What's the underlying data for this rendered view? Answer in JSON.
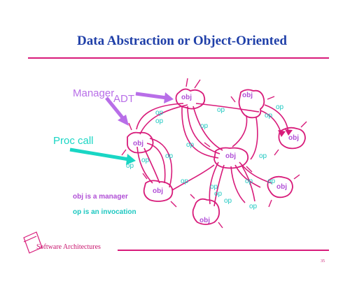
{
  "slide": {
    "title": "Data Abstraction or Object-Oriented",
    "footer": "Software Architectures",
    "page_number": "35"
  },
  "colors": {
    "title": "#1f3fa8",
    "rule": "#d81b7a",
    "connector": "#d81b7a",
    "obj_label": "#b04fd6",
    "op_label": "#1cc7c0",
    "manager_arrow": "#b86ee8",
    "proc_arrow": "#19d6c4"
  },
  "diagram": {
    "callouts": {
      "manager": "Manager",
      "adt": "ADT",
      "proc_call": "Proc call"
    },
    "objects": [
      "obj",
      "obj",
      "obj",
      "obj",
      "obj",
      "obj",
      "obj",
      "obj"
    ],
    "ops": [
      "op",
      "op",
      "op",
      "op",
      "op",
      "op",
      "op",
      "op",
      "op",
      "op",
      "op",
      "op",
      "op",
      "op",
      "op",
      "op",
      "op",
      "op"
    ],
    "legend": {
      "manager": "obj is a manager",
      "invocation": "op is an invocation"
    }
  }
}
